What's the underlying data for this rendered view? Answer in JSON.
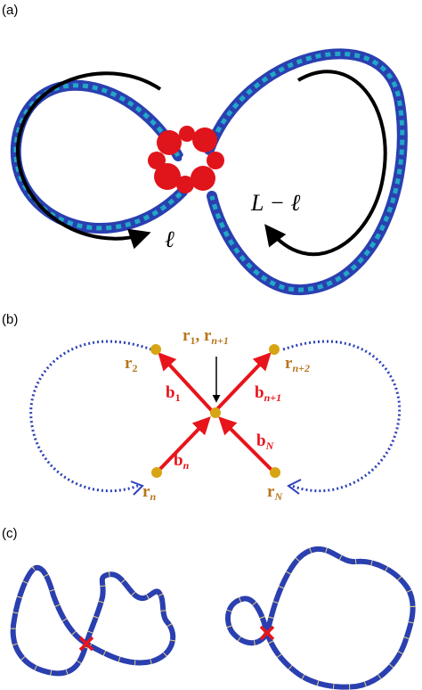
{
  "panels": {
    "a": {
      "label": "(a)",
      "small_loop_label": "ℓ",
      "large_loop_label": "L − ℓ",
      "colors": {
        "dna_outer": "#2a3fb0",
        "dna_inner": "#21a7c7",
        "protein": "#e0141b",
        "arrow": "#000000"
      }
    },
    "b": {
      "label": "(b)",
      "colors": {
        "bond": "#e8141b",
        "node": "#d7a514",
        "position_text": "#b8761c",
        "bond_text": "#e8141b",
        "loop": "#2c41b8",
        "pointer": "#000000"
      },
      "labels": {
        "center": {
          "r1": "r",
          "r1_sub": "1",
          "comma": ", ",
          "rn1": "r",
          "rn1_sub": "n+1"
        },
        "r2": {
          "base": "r",
          "sub": "2"
        },
        "rn2": {
          "base": "r",
          "sub": "n+2"
        },
        "rn": {
          "base": "r",
          "sub": "n"
        },
        "rN": {
          "base": "r",
          "sub": "N"
        },
        "b1": {
          "base": "b",
          "sub": "1"
        },
        "bn1": {
          "base": "b",
          "sub": "n+1"
        },
        "bn": {
          "base": "b",
          "sub": "n"
        },
        "bN": {
          "base": "b",
          "sub": "N"
        }
      }
    },
    "c": {
      "label": "(c)",
      "colors": {
        "chain": "#2a3fb0",
        "joint": "#e8d27a",
        "cross": "#e8141b"
      }
    }
  }
}
